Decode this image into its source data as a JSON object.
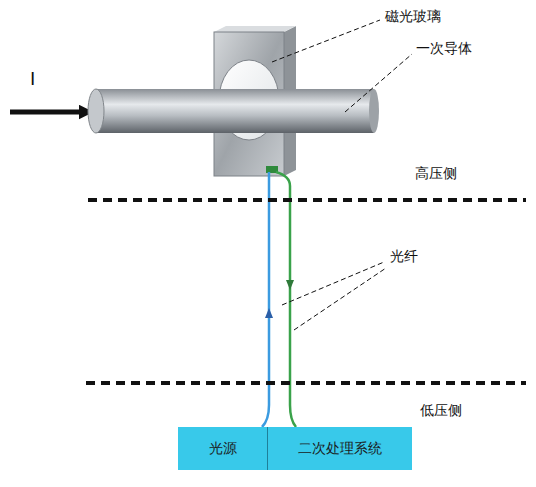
{
  "diagram": {
    "nodes": [
      {
        "text": [
          "光源"
        ]
      },
      {
        "text": [
          "二次处理系统"
        ]
      }
    ],
    "labels": [
      "I",
      "磁光玻璃",
      "一次导体",
      "高压侧",
      "光纤",
      "低压侧"
    ]
  }
}
